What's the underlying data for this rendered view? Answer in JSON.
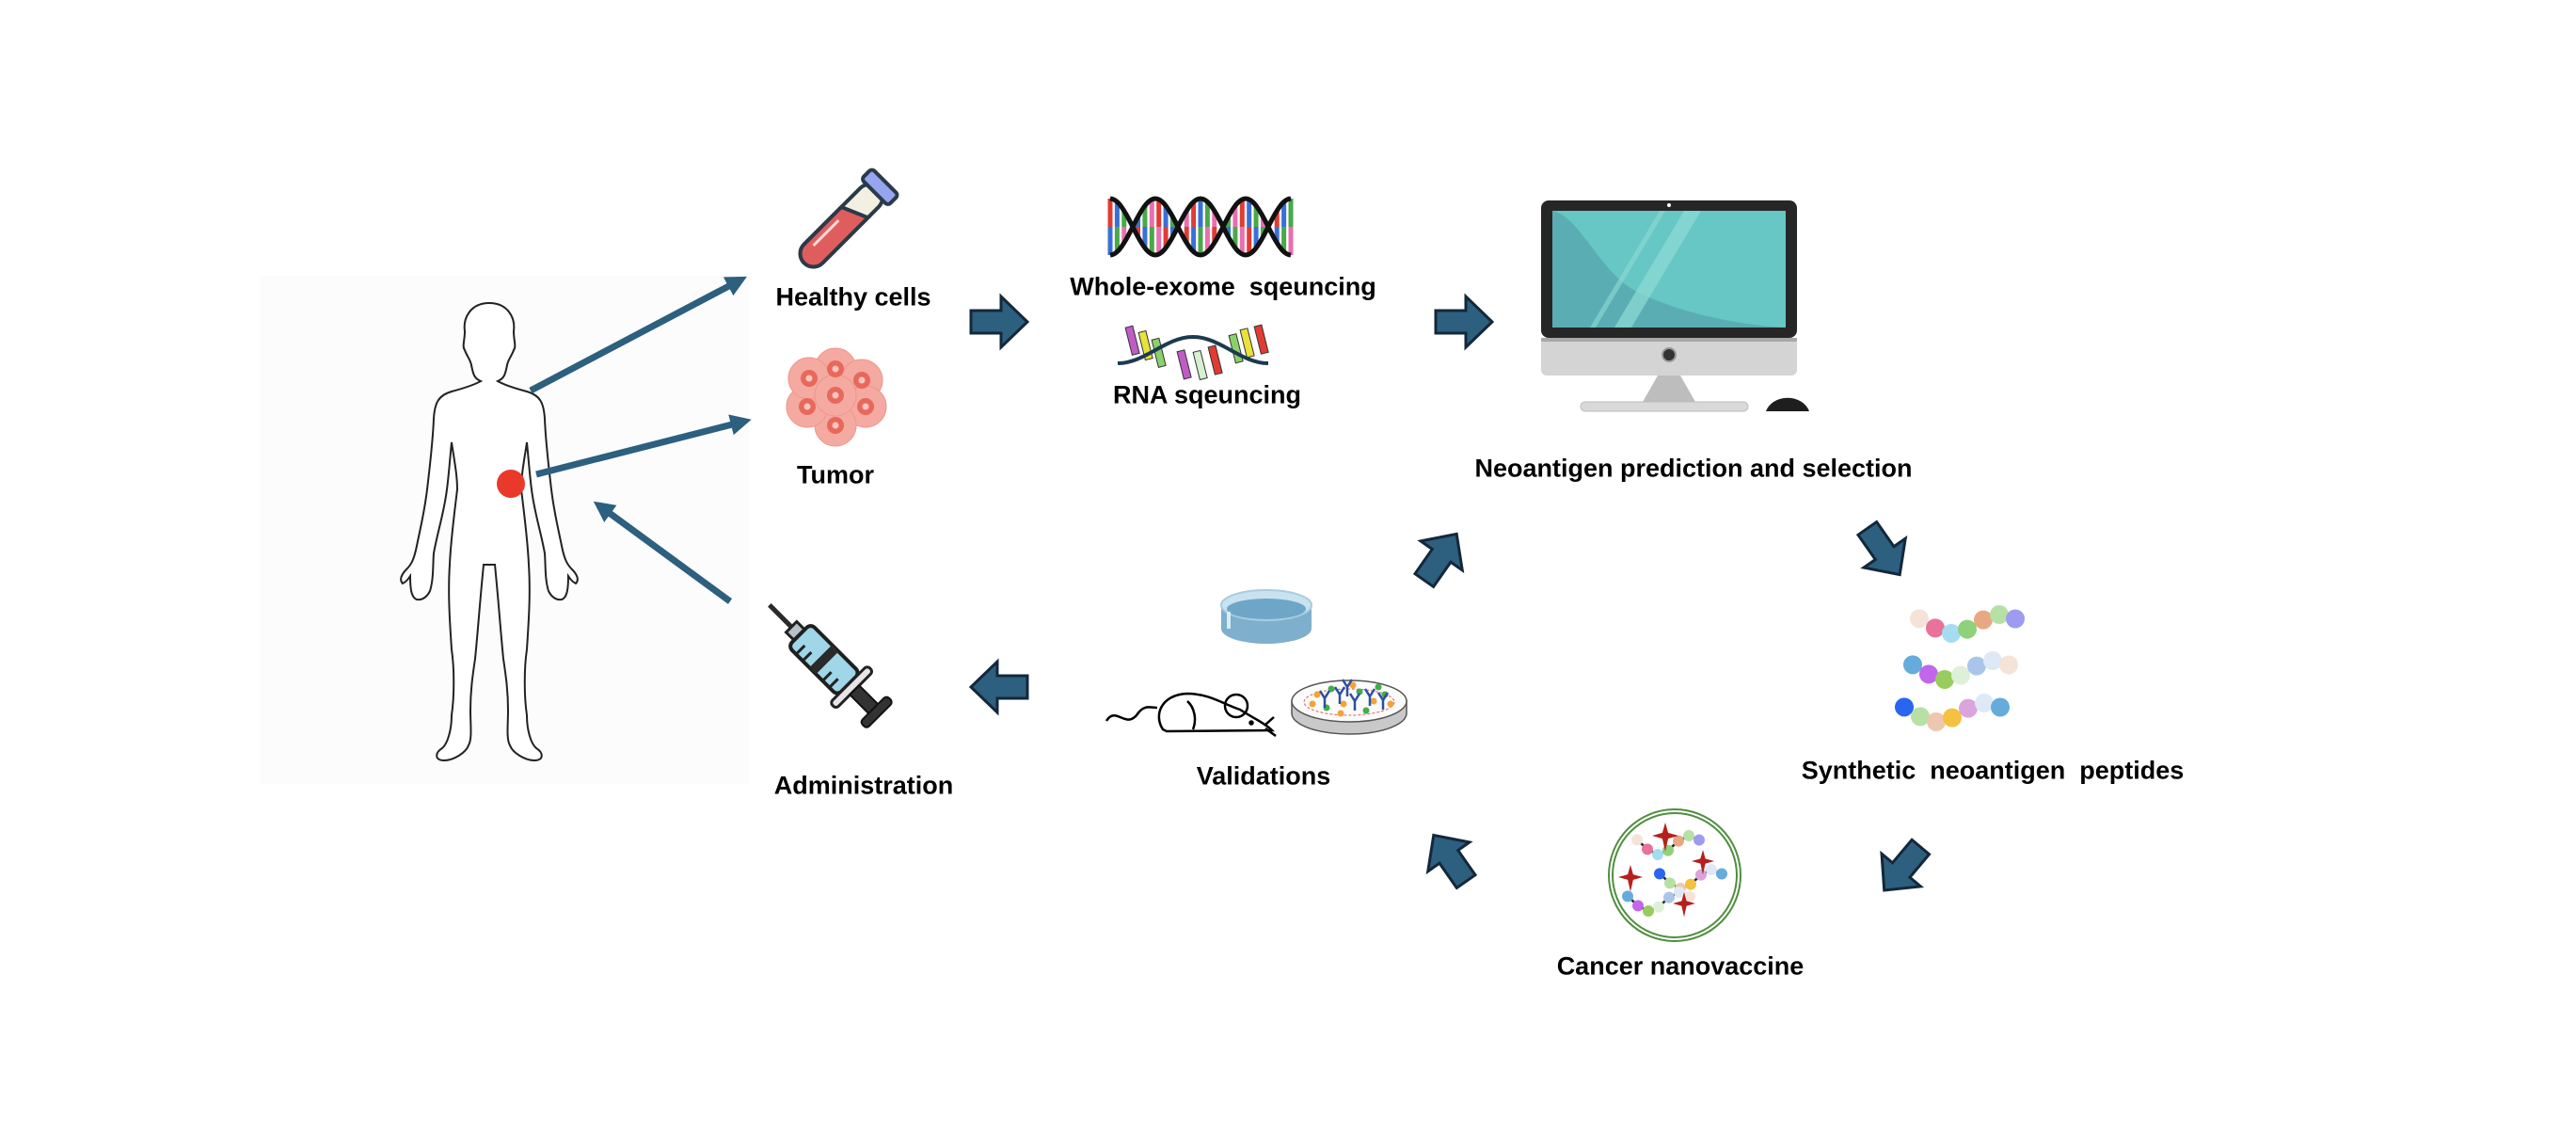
{
  "diagram": {
    "title": "Personalized cancer neoantigen nanovaccine workflow",
    "colors": {
      "arrow_fill": "#2d5f7f",
      "arrow_stroke": "#13283a",
      "tumor_dot": "#e8392b",
      "screen": "#66c7c4",
      "text": "#000000"
    },
    "nodes": {
      "patient": {
        "label": ""
      },
      "healthy_cells": {
        "label": "Healthy cells",
        "icon": "blood-test-tube-icon"
      },
      "tumor": {
        "label": "Tumor",
        "icon": "tumor-cell-cluster-icon"
      },
      "wes": {
        "label": "Whole-exome  sqeuncing",
        "icon": "dna-double-helix-icon"
      },
      "rna": {
        "label": "RNA sqeuncing",
        "icon": "rna-strand-icon"
      },
      "prediction": {
        "label": "Neoantigen prediction and selection",
        "icon": "desktop-computer-icon"
      },
      "peptides": {
        "label": "Synthetic  neoantigen  peptides",
        "icon": "peptide-chains-icon"
      },
      "nanovaccine": {
        "label": "Cancer nanovaccine",
        "icon": "nanoparticle-icon"
      },
      "validations": {
        "label": "Validations",
        "icons": [
          "petri-dish-icon",
          "mouse-icon",
          "antibody-plate-icon"
        ]
      },
      "administration": {
        "label": "Administration",
        "icon": "syringe-icon"
      }
    },
    "flow": [
      {
        "from": "patient",
        "to": "healthy_cells"
      },
      {
        "from": "patient",
        "to": "tumor"
      },
      {
        "from": "healthy_cells",
        "to": "wes"
      },
      {
        "from": "wes",
        "to": "prediction"
      },
      {
        "from": "prediction",
        "to": "peptides"
      },
      {
        "from": "peptides",
        "to": "nanovaccine"
      },
      {
        "from": "nanovaccine",
        "to": "validations"
      },
      {
        "from": "validations",
        "to": "prediction"
      },
      {
        "from": "validations",
        "to": "administration"
      },
      {
        "from": "administration",
        "to": "patient"
      }
    ],
    "peptide_chains": [
      [
        "#f5e3d8",
        "#e8729a",
        "#a6dcf2",
        "#8fd17a",
        "#e8a882",
        "#b7e0a5",
        "#9d9cf0"
      ],
      [
        "#65acdc",
        "#c266ec",
        "#98cc5f",
        "#def0d8",
        "#a9c6ea",
        "#dfe9f5",
        "#f5e3d8"
      ],
      [
        "#2a65ef",
        "#b7e0a5",
        "#ecc8ae",
        "#f4c140",
        "#dba4dc",
        "#dfe9f5",
        "#65acdc"
      ]
    ]
  }
}
